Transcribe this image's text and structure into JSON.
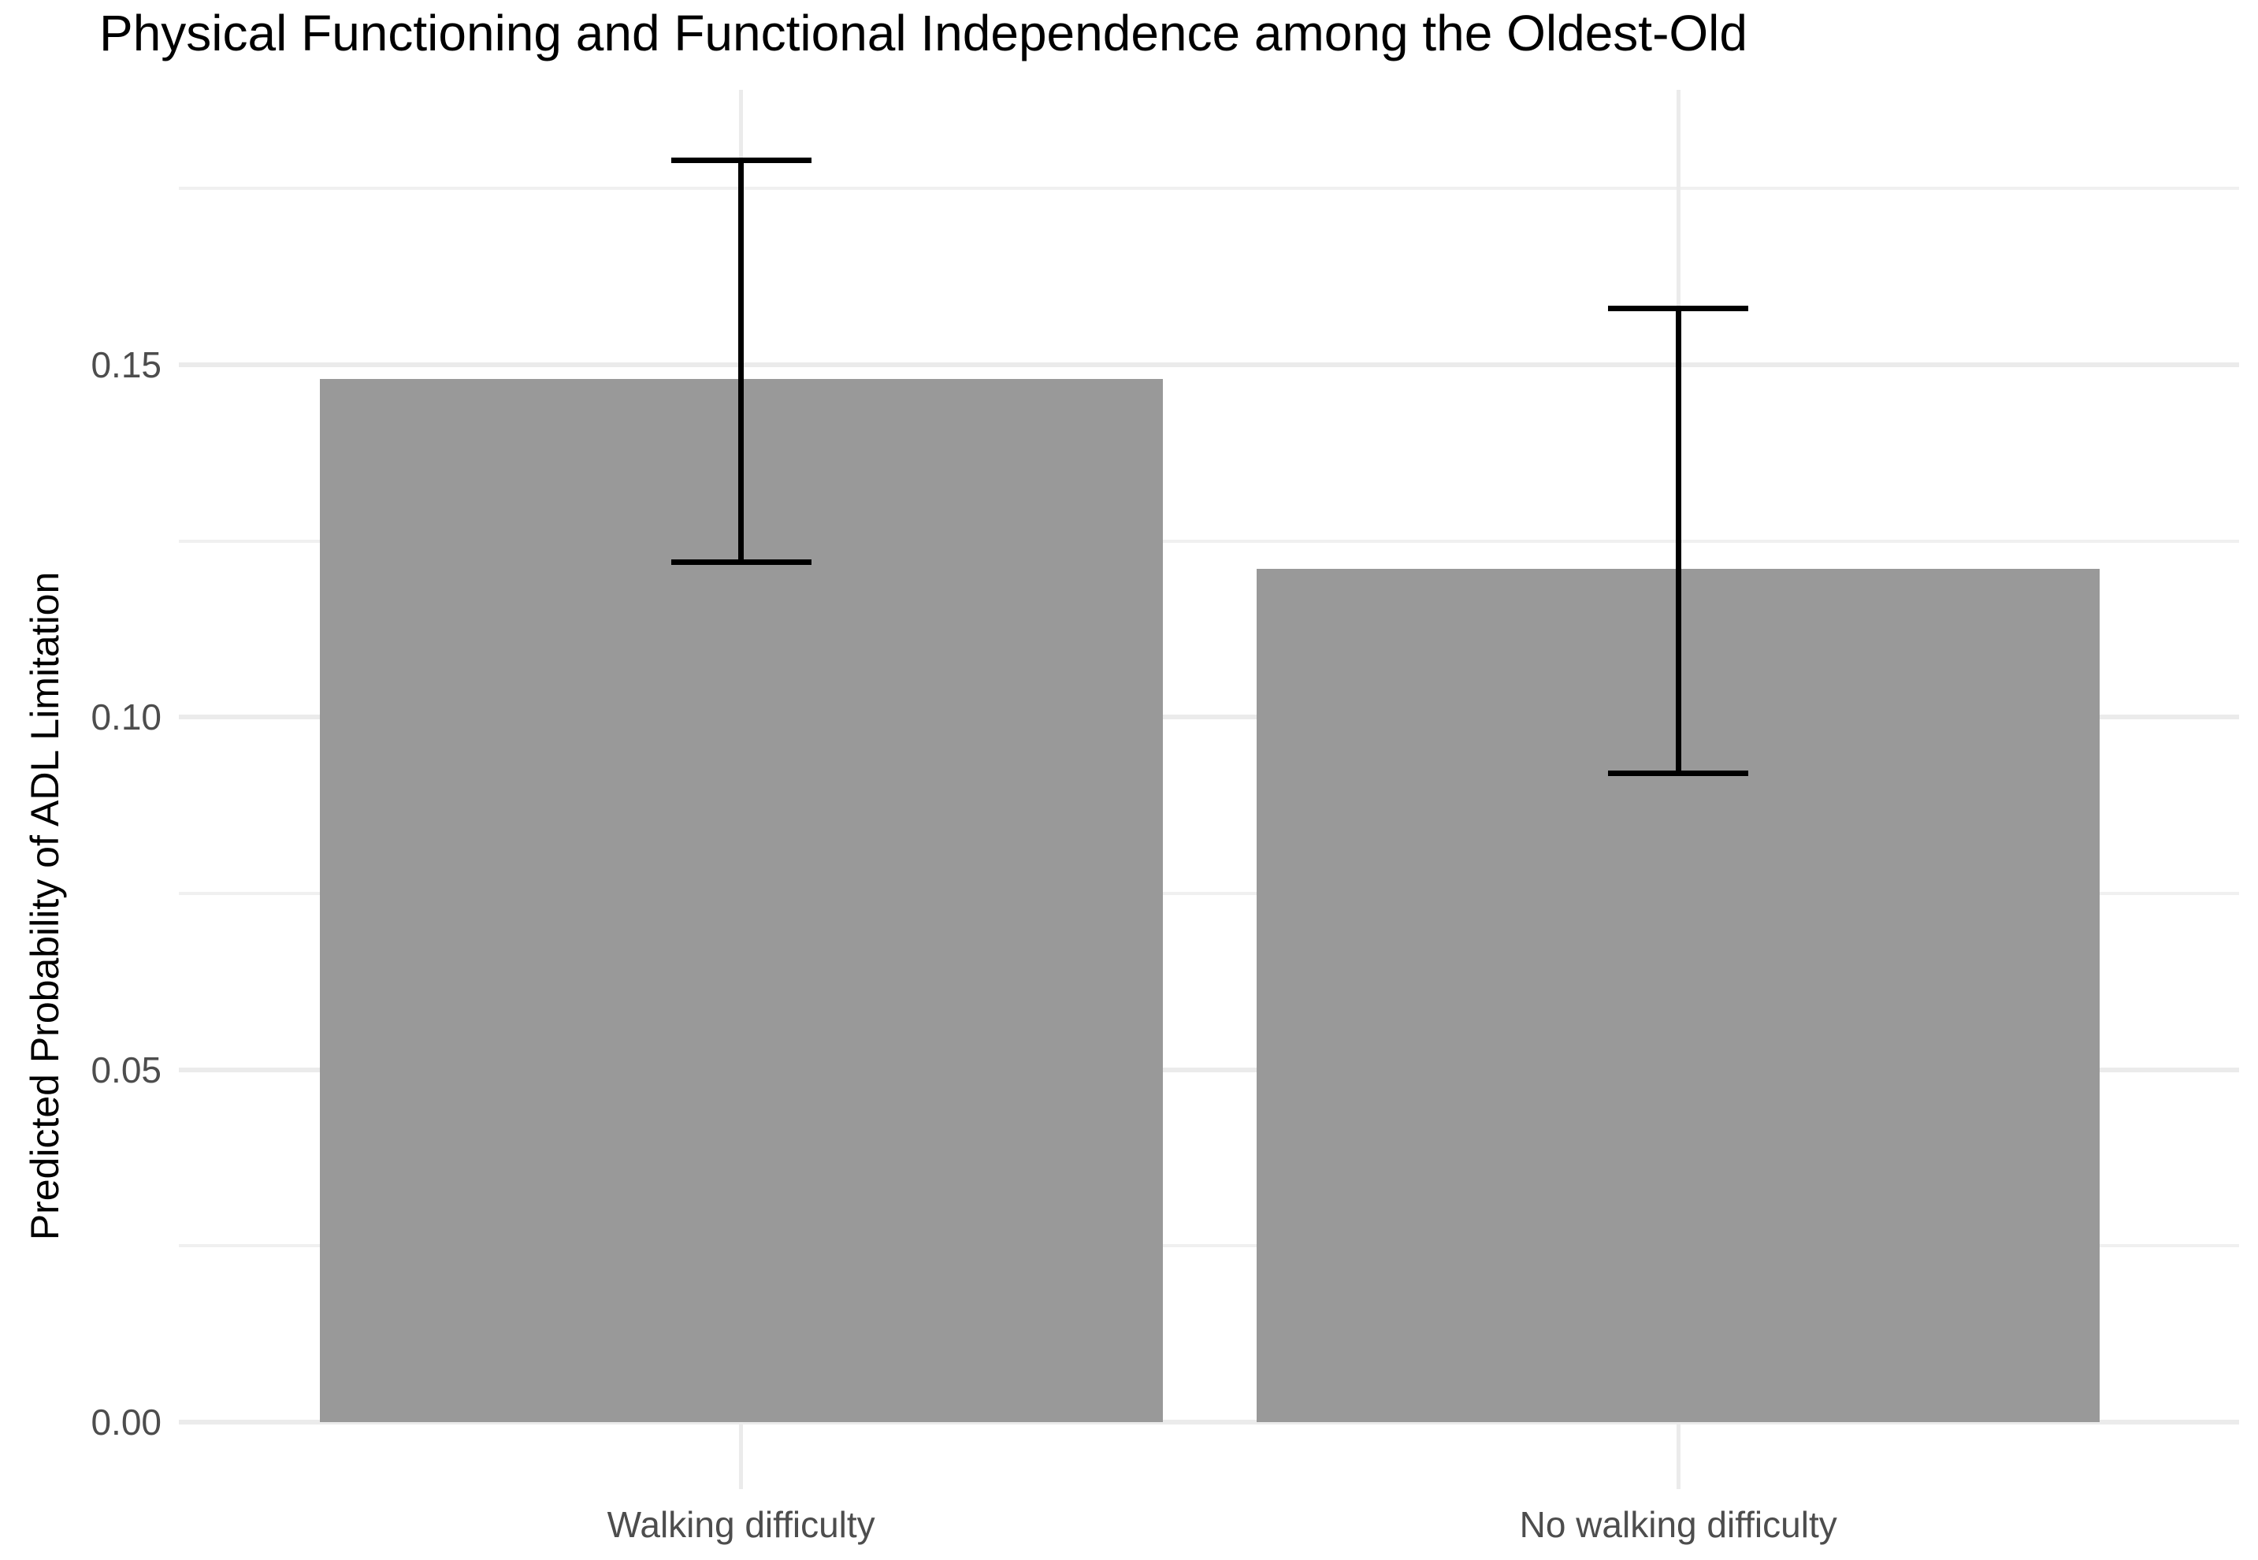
{
  "chart_data": {
    "type": "bar",
    "title": "Physical Functioning and Functional Independence among the Oldest-Old",
    "xlabel": "",
    "ylabel": "Predicted Probability of ADL Limitation",
    "categories": [
      "Walking difficulty",
      "No walking difficulty"
    ],
    "values": [
      0.148,
      0.121
    ],
    "error_bars": {
      "low": [
        0.122,
        0.092
      ],
      "high": [
        0.179,
        0.158
      ]
    },
    "ylim": [
      0,
      0.189
    ],
    "yticks": [
      0.0,
      0.05,
      0.1,
      0.15
    ],
    "ytick_labels": [
      "0.00",
      "0.05",
      "0.10",
      "0.15"
    ],
    "yticks_minor": [
      0.025,
      0.075,
      0.125,
      0.175
    ],
    "grid": "horizontal major and minor lines; vertical line at each category center",
    "legend_position": "none",
    "colors": {
      "bar_fill": "#999999",
      "error_bar": "#000000",
      "grid_major": "#EBEBEB",
      "grid_minor": "#F0F0F0",
      "axis_text": "#4D4D4D",
      "title_text": "#000000",
      "background": "#FFFFFF"
    }
  }
}
